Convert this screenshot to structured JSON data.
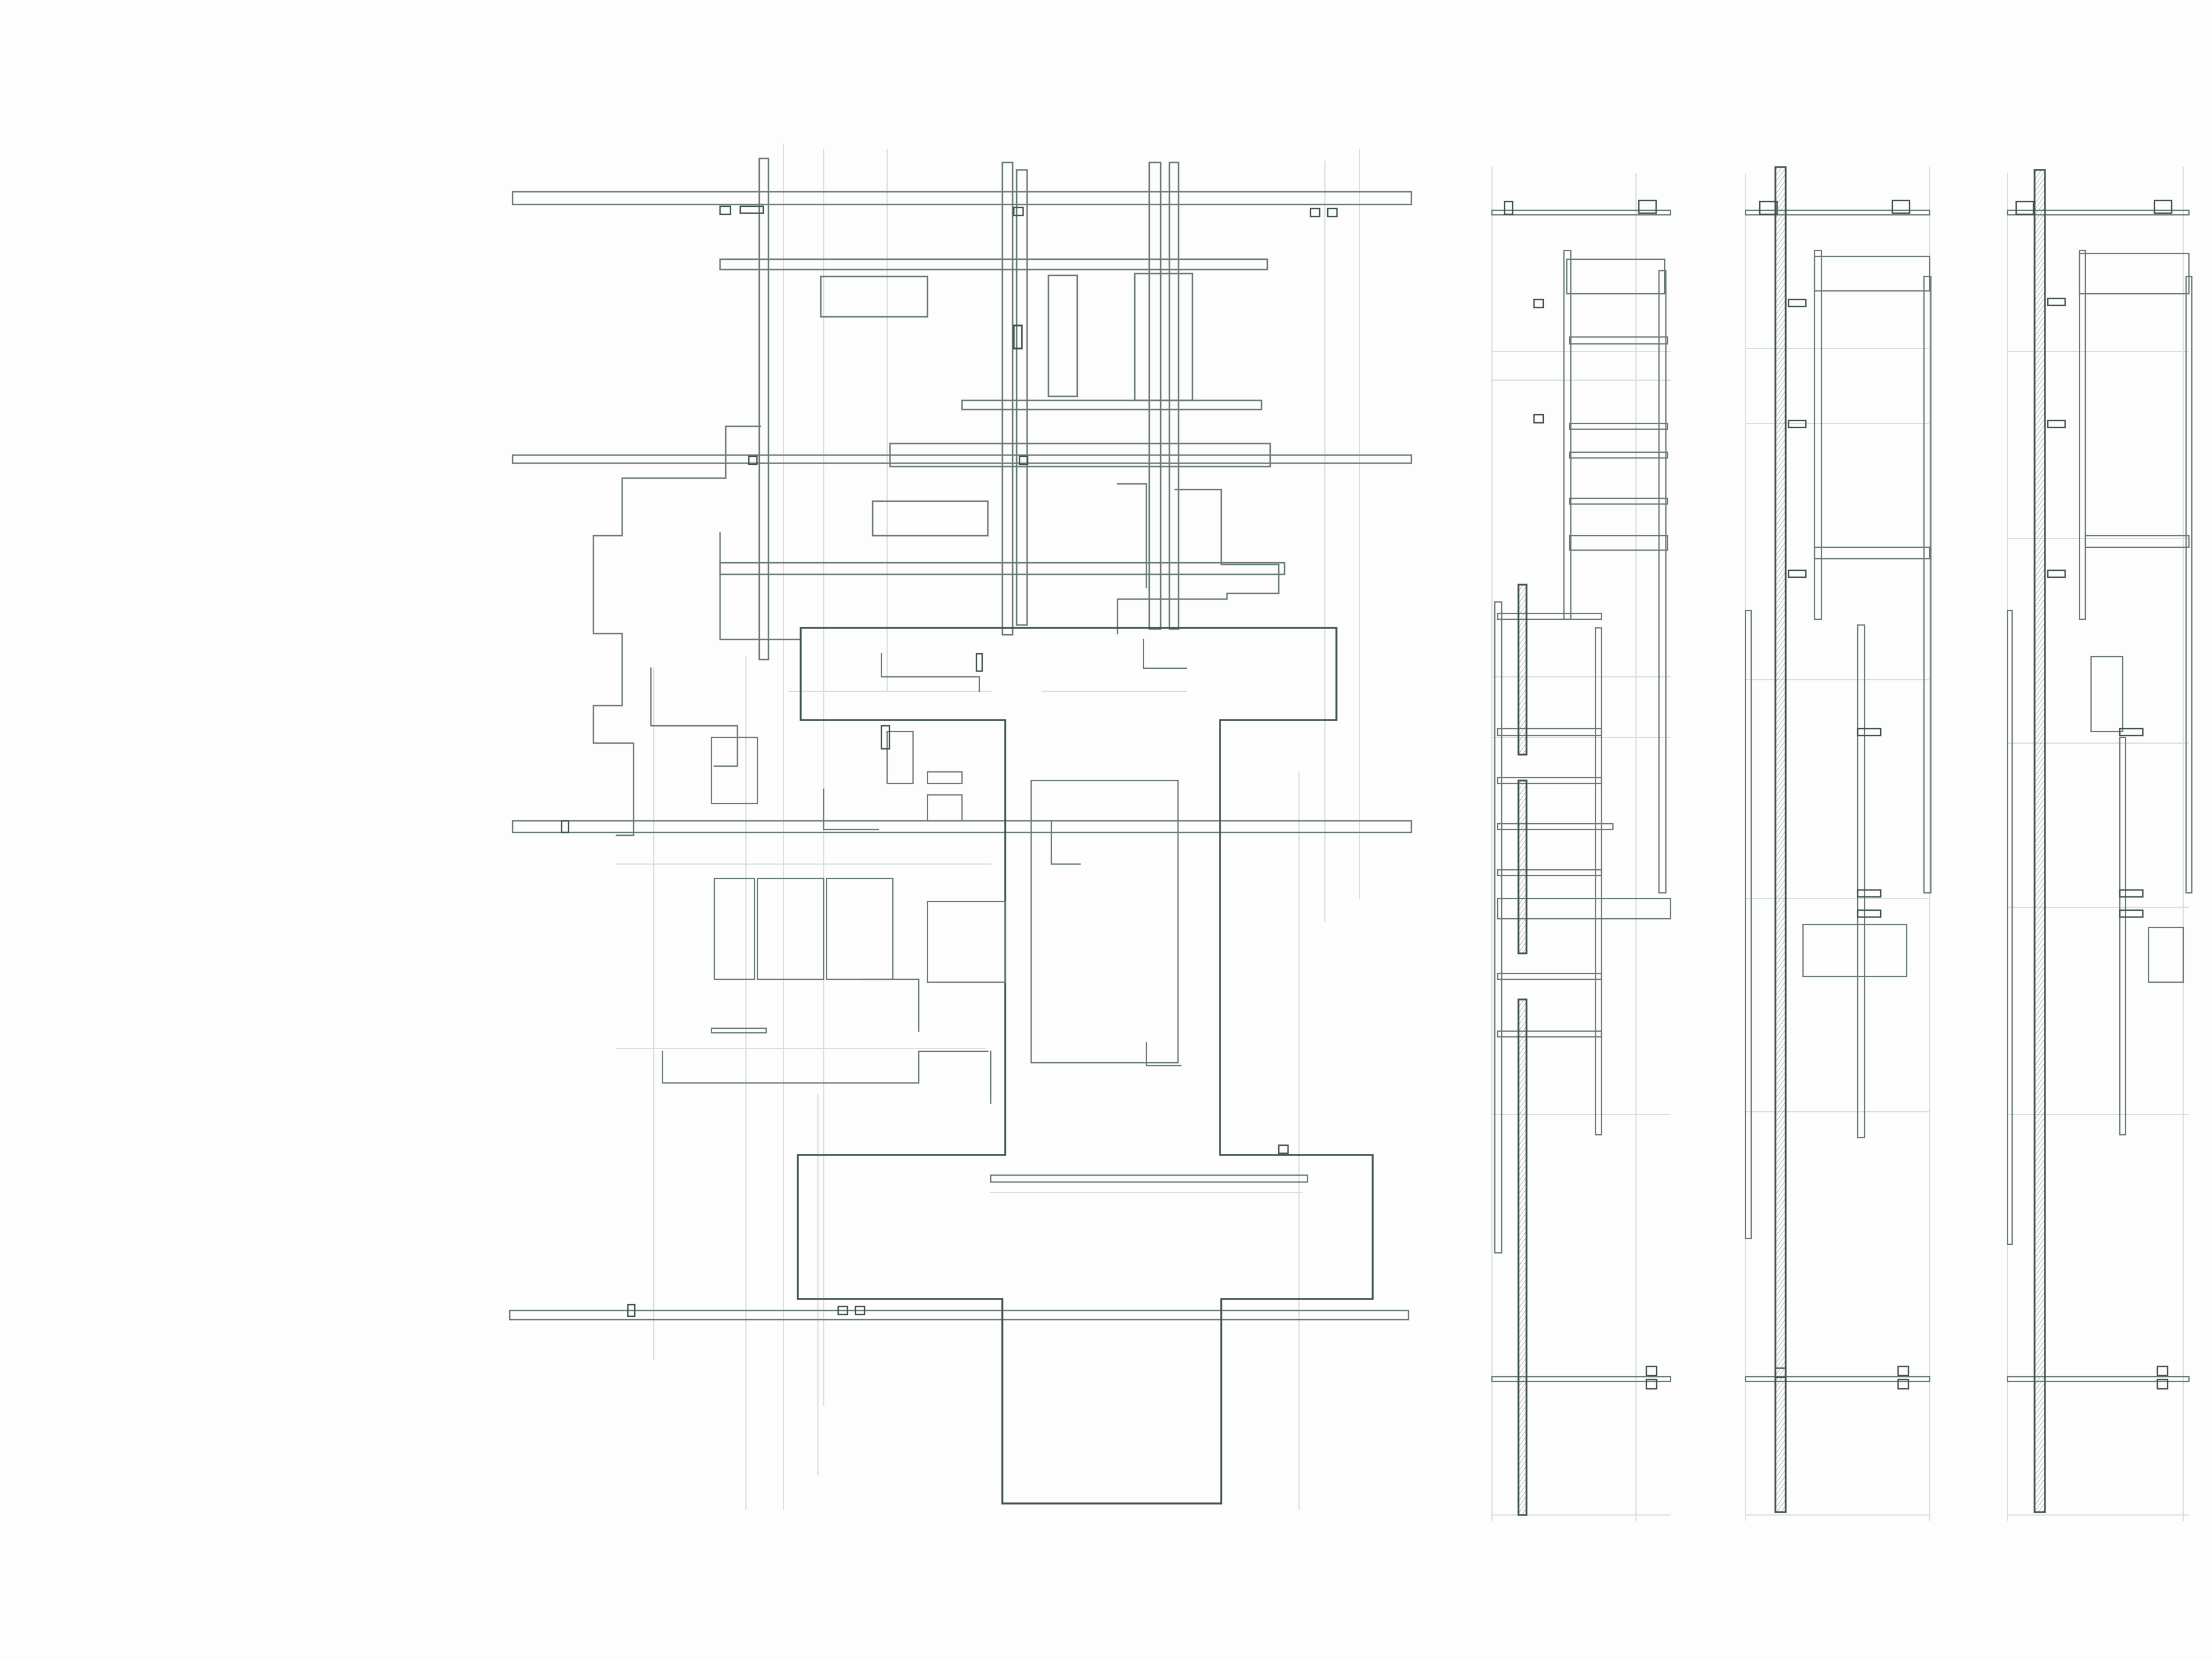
{
  "drawing": {
    "kind": "hand-drafted architectural plan and sections",
    "colors": {
      "paper": "#fdfdfd",
      "ink_heavy": "#3f5250",
      "ink_medium": "#6a7a78",
      "ink_light": "#b9c3c1",
      "ink_faint": "#d8dfdd",
      "hatch": "#7d8c89"
    },
    "views": [
      {
        "id": "plan"
      },
      {
        "id": "section-a"
      },
      {
        "id": "section-b"
      },
      {
        "id": "section-c"
      }
    ]
  }
}
